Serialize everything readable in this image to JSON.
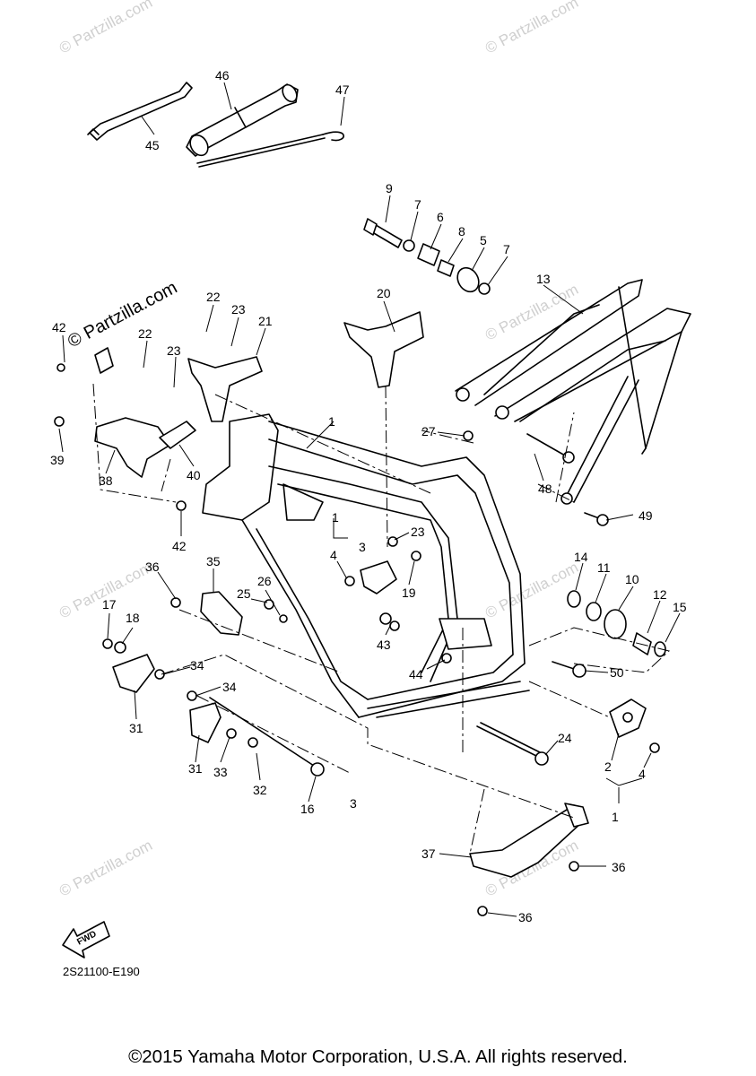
{
  "callouts": [
    "45",
    "46",
    "47",
    "9",
    "7",
    "6",
    "8",
    "5",
    "7",
    "13",
    "20",
    "22",
    "23",
    "21",
    "42",
    "22",
    "23",
    "1",
    "27",
    "39",
    "38",
    "40",
    "48",
    "42",
    "49",
    "1",
    "23",
    "3",
    "4",
    "19",
    "36",
    "35",
    "14",
    "11",
    "10",
    "12",
    "15",
    "26",
    "25",
    "17",
    "18",
    "43",
    "34",
    "44",
    "50",
    "34",
    "31",
    "31",
    "33",
    "32",
    "16",
    "24",
    "2",
    "4",
    "1",
    "3",
    "37",
    "36",
    "36"
  ],
  "watermark": {
    "main": "© Partzilla.com",
    "faint": "© Partzilla.com"
  },
  "fwd_label": "FWD",
  "diagram_code": "2S21100-E190",
  "copyright": "©2015 Yamaha Motor Corporation, U.S.A. All rights reserved."
}
